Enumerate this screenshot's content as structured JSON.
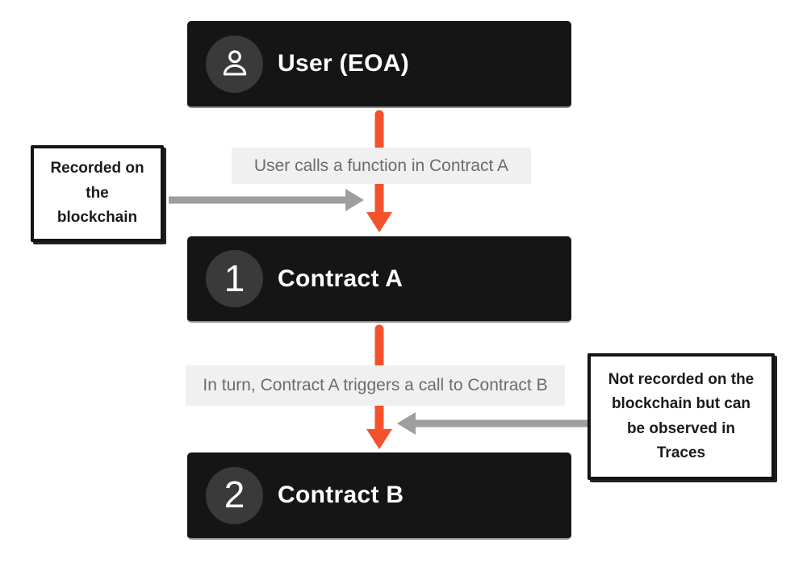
{
  "colors": {
    "accent_orange": "#f4512d",
    "node_background": "#151515",
    "node_bottom_border": "#8e8e8e",
    "badge_background": "#3a3a3a",
    "node_text": "#ffffff",
    "edge_label_background": "#f0f0f0",
    "edge_label_text": "#6c6c6c",
    "gray_arrow": "#9e9e9e",
    "note_border": "#141414",
    "note_text": "#1b1b1b"
  },
  "nodes": [
    {
      "title": "User (EOA)",
      "badge": "user-icon"
    },
    {
      "title": "Contract A",
      "badge": "1"
    },
    {
      "title": "Contract B",
      "badge": "2"
    }
  ],
  "edge_labels": [
    "User calls a function in Contract A",
    "In turn, Contract A triggers a call to Contract B"
  ],
  "notes": {
    "left": "Recorded on the blockchain",
    "right": "Not recorded on the blockchain but can be observed in Traces"
  }
}
